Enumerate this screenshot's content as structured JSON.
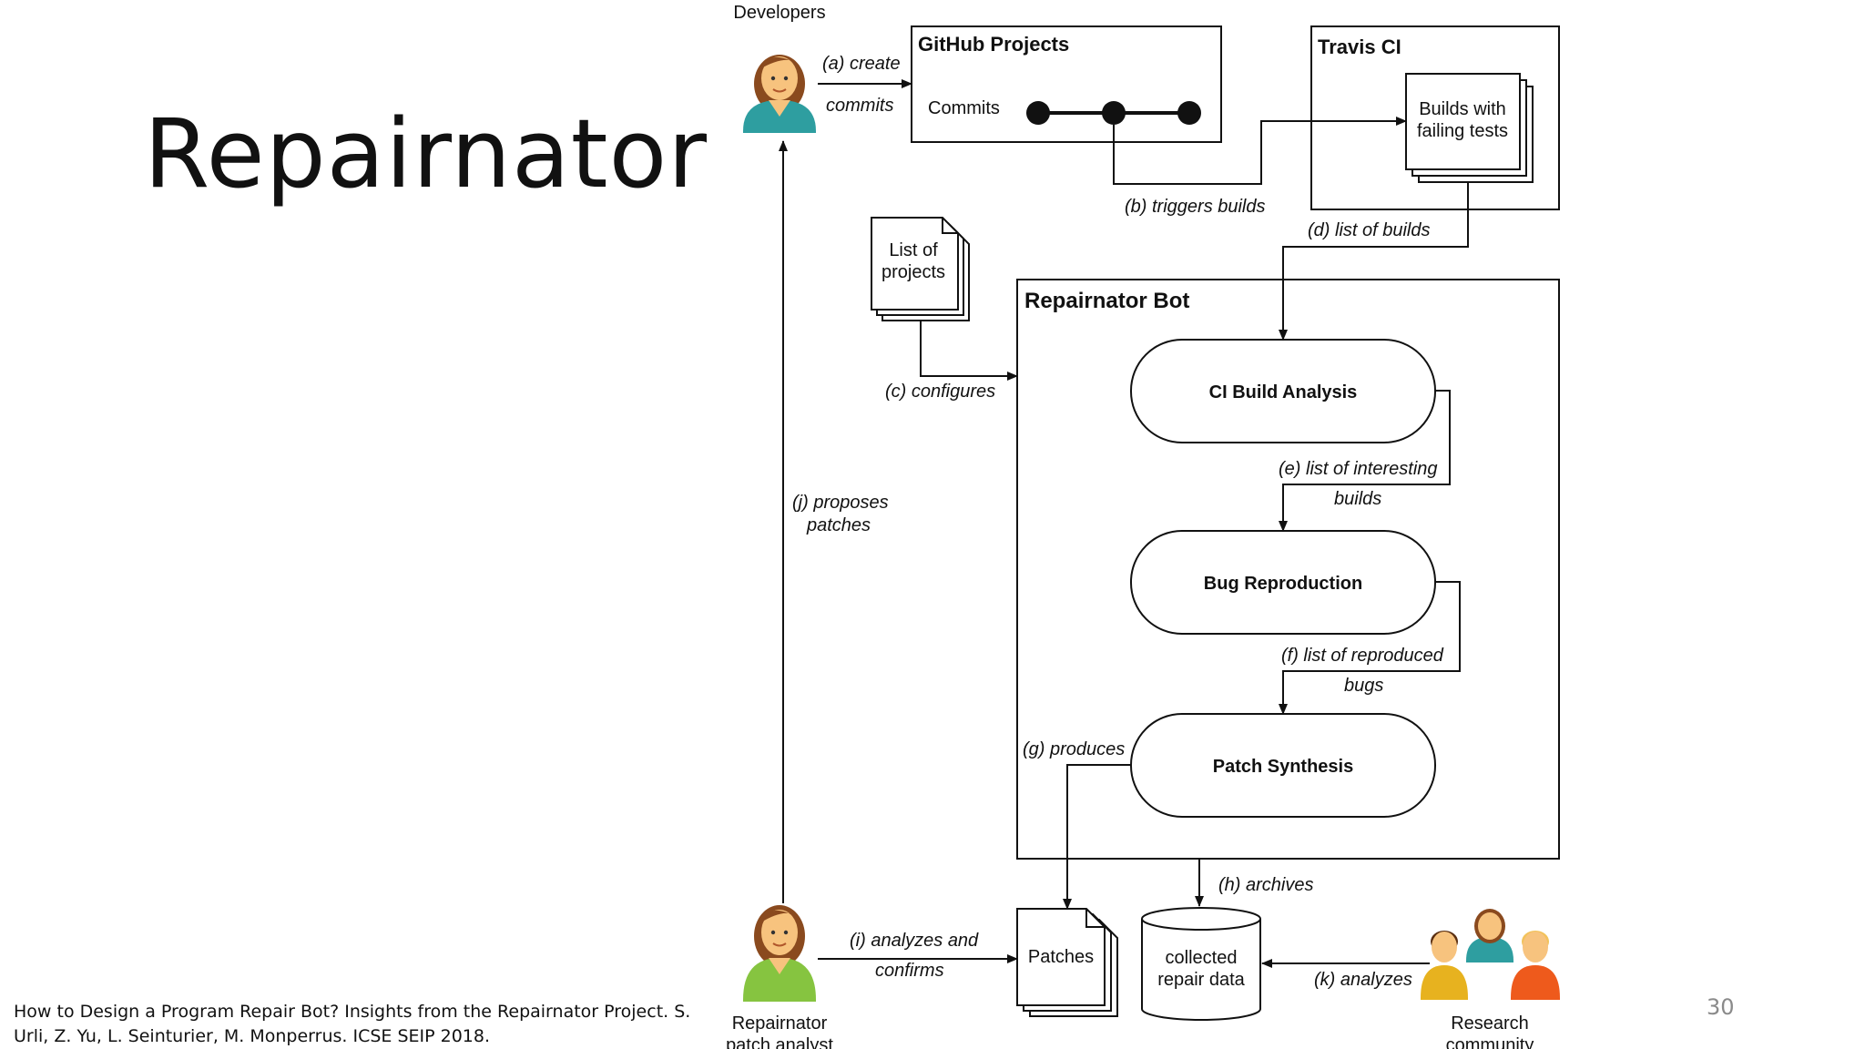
{
  "slide": {
    "title": "Repairnator",
    "citation": "How to Design a Program Repair Bot? Insights from the Repairnator Project. S. Urli, Z. Yu, L. Seinturier, M. Monperrus. ICSE SEIP 2018.",
    "page_number": "30"
  },
  "diagram": {
    "actors": {
      "developers": "Developers",
      "analyst_line1": "Repairnator",
      "analyst_line2": "patch analyst",
      "community_line1": "Research",
      "community_line2": "community"
    },
    "github": {
      "title": "GitHub Projects",
      "commits": "Commits"
    },
    "travis": {
      "title": "Travis CI",
      "builds_line1": "Builds with",
      "builds_line2": "failing tests"
    },
    "projects_doc": {
      "line1": "List of",
      "line2": "projects"
    },
    "bot": {
      "title": "Repairnator Bot",
      "step1": "CI Build Analysis",
      "step2": "Bug Reproduction",
      "step3": "Patch Synthesis"
    },
    "patches": "Patches",
    "repair_data": {
      "line1": "collected",
      "line2": "repair data"
    },
    "edges": {
      "a1": "(a) create",
      "a2": "commits",
      "b": "(b) triggers builds",
      "c": "(c) configures",
      "d": "(d) list of builds",
      "e1": "(e) list of interesting",
      "e2": "builds",
      "f1": "(f) list of reproduced",
      "f2": "bugs",
      "g": "(g) produces",
      "h": "(h) archives",
      "i1": "(i) analyzes and",
      "i2": "confirms",
      "j1": "(j) proposes",
      "j2": "patches",
      "k": "(k) analyzes"
    },
    "colors": {
      "developer_shirt": "#2e9ea0",
      "analyst_shirt": "#86c440",
      "community_yellow": "#e7b21f",
      "community_teal": "#2e9ea0",
      "community_orange": "#ee5a1c",
      "hair_brown": "#8a4a1e",
      "skin": "#f7c37e"
    }
  }
}
